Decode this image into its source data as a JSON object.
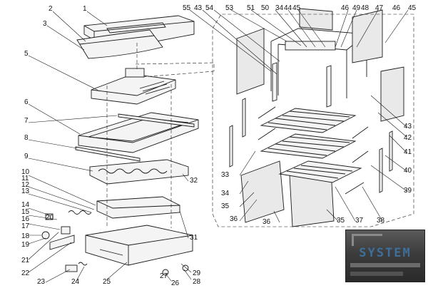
{
  "callouts": {
    "c1": "1",
    "c2": "2",
    "c3": "3",
    "c5": "5",
    "c6": "6",
    "c7": "7",
    "c8": "8",
    "c9": "9",
    "c10": "10",
    "c11": "11",
    "c12": "12",
    "c13": "13",
    "c14": "14",
    "c15": "15",
    "c16": "16",
    "c17": "17",
    "c18": "18",
    "c19": "19",
    "c20": "20",
    "c21": "21",
    "c22": "22",
    "c23": "23",
    "c24": "24",
    "c25": "25",
    "c26": "26",
    "c27": "27",
    "c28": "28",
    "c29": "29",
    "c31": "31",
    "c32": "32",
    "c33": "33",
    "c34": "34",
    "c35a": "35",
    "c35b": "35",
    "c36a": "36",
    "c36b": "36",
    "c37": "37",
    "c38": "38",
    "c39": "39",
    "c40": "40",
    "c41": "41",
    "c42": "42",
    "c43": "43",
    "c43t": "43",
    "c44": "44",
    "c45a": "45",
    "c45b": "45",
    "c46a": "46",
    "c46b": "46",
    "c47": "47",
    "c48": "48",
    "c49": "49",
    "c50": "50",
    "c51": "51",
    "c53": "53",
    "c54": "54",
    "c55": "55",
    "c34t": "34"
  },
  "logo": {
    "text": "SYSTEM"
  }
}
